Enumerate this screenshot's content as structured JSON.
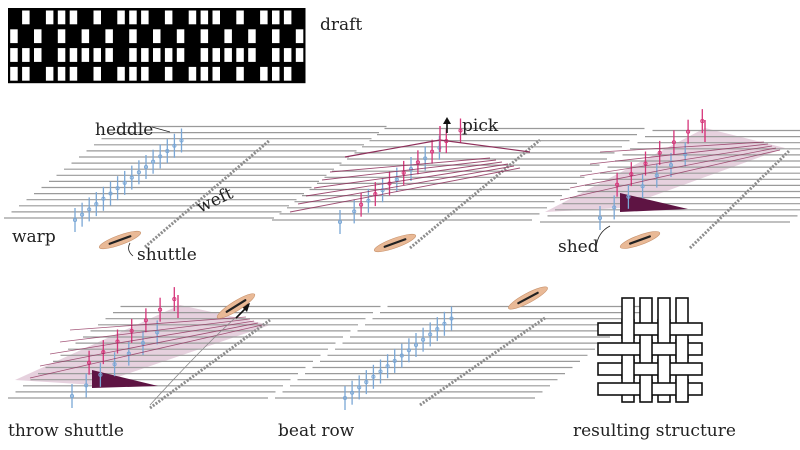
{
  "labels": {
    "draft": "draft",
    "heddle": "heddle",
    "weft": "weft",
    "warp": "warp",
    "shuttle": "shuttle",
    "pick": "pick",
    "shed": "shed",
    "throw_shuttle": "throw shuttle",
    "beat_row": "beat row",
    "resulting_structure": "resulting structure"
  },
  "draft": {
    "rows": [
      [
        1,
        0,
        1,
        0,
        0,
        0,
        1,
        0,
        1,
        0,
        0,
        0,
        1,
        0,
        1,
        0,
        0,
        0,
        1,
        0,
        1,
        0,
        0,
        0,
        1
      ],
      [
        0,
        1,
        0,
        1,
        0,
        1,
        0,
        1,
        0,
        1,
        0,
        1,
        0,
        1,
        0,
        1,
        0,
        1,
        0,
        1,
        0,
        1,
        0,
        1,
        0
      ],
      [
        0,
        0,
        0,
        1,
        0,
        0,
        0,
        0,
        0,
        1,
        0,
        0,
        0,
        0,
        0,
        1,
        0,
        0,
        0,
        0,
        0,
        1,
        0,
        0,
        0
      ],
      [
        0,
        0,
        1,
        0,
        0,
        0,
        1,
        0,
        1,
        0,
        0,
        0,
        1,
        0,
        1,
        0,
        0,
        0,
        1,
        0,
        1,
        0,
        0,
        0,
        1
      ]
    ]
  },
  "colors": {
    "warp_thread": "#9a9a9a",
    "heddle_blue": "#7aa7d6",
    "heddle_pink": "#d6357a",
    "pick_line": "#8e2f5a",
    "shed_fill": "#d9b8cc",
    "shed_dark": "#5e1443",
    "shuttle": "#e9b996"
  }
}
